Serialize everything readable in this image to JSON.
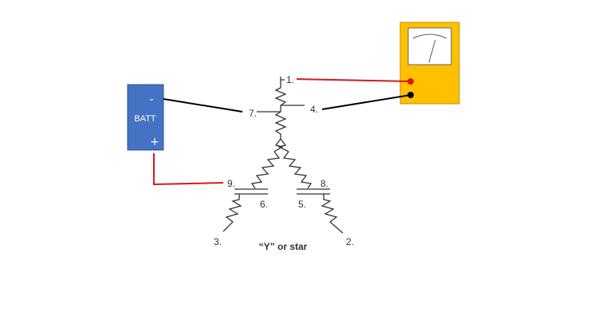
{
  "diagram": {
    "caption": "“Y” or star",
    "battery": {
      "label": "BATT",
      "minus": "-",
      "plus": "+",
      "color": "#4472c4"
    },
    "meter": {
      "body_color": "#ffc000",
      "face_color": "#ffffff"
    },
    "wire_colors": {
      "red": "#d7191c",
      "black": "#000000"
    },
    "terminals": {
      "t1": "1.",
      "t2": "2.",
      "t3": "3.",
      "t4": "4.",
      "t5": "5.",
      "t6": "6.",
      "t7": "7.",
      "t8": "8.",
      "t9": "9."
    }
  }
}
